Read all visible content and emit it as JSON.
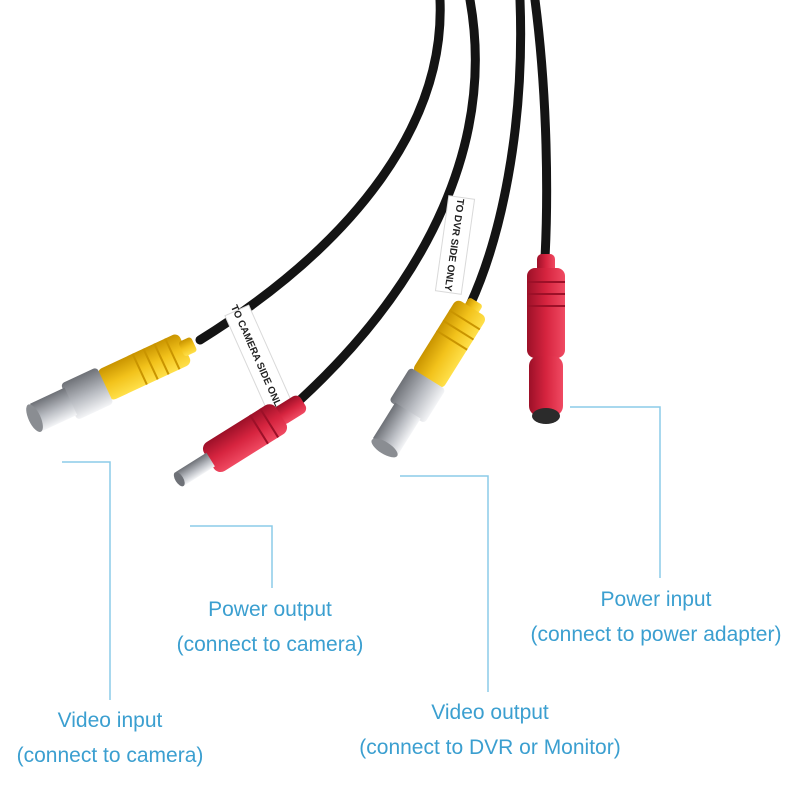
{
  "cable_tags": {
    "camera_side": "TO CAMERA SIDE ONLY",
    "dvr_side": "TO DVR SIDE ONLY"
  },
  "callouts": {
    "power_output": {
      "title": "Power output",
      "subtitle": "(connect to camera)"
    },
    "power_input": {
      "title": "Power input",
      "subtitle": "(connect to power adapter)"
    },
    "video_input": {
      "title": "Video input",
      "subtitle": "(connect to camera)"
    },
    "video_output": {
      "title": "Video output",
      "subtitle": "(connect to DVR or Monitor)"
    }
  },
  "colors": {
    "callout": "#3b9fd0",
    "video_boot": "#f2c21b",
    "power_boot": "#d6243f",
    "cable": "#141414",
    "metal": "#b9bcc2"
  }
}
